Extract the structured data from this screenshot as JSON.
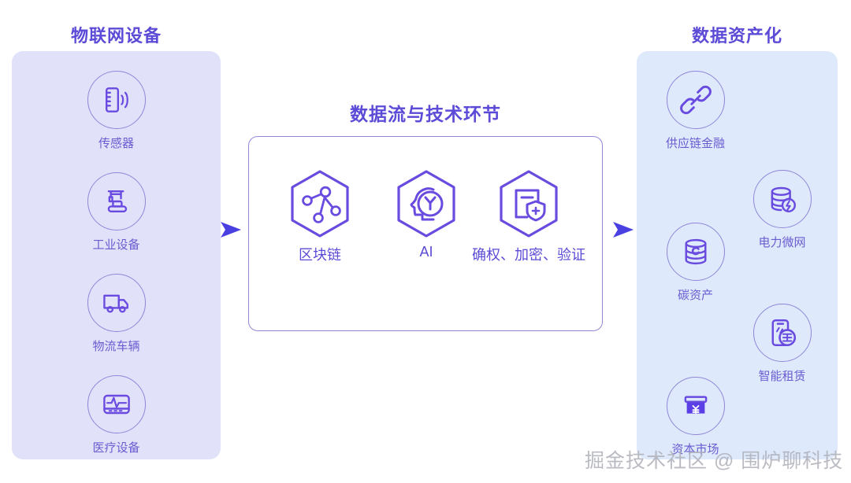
{
  "colors": {
    "accent_purple": "#5B4BD6",
    "icon_purple": "#6A4BE0",
    "label_purple": "#6A5CD0",
    "circle_stroke": "#8F86D8",
    "left_panel_bg": "#E2E1FA",
    "right_panel_bg": "#DEEAFC",
    "arrow_fill": "#4A3FE0",
    "box_bg": "#FFFFFF",
    "watermark": "#AEB0B8"
  },
  "left_panel": {
    "title": "物联网设备",
    "items": [
      {
        "label": "传感器",
        "icon": "sensor-icon"
      },
      {
        "label": "工业设备",
        "icon": "industrial-machine-icon"
      },
      {
        "label": "物流车辆",
        "icon": "delivery-truck-icon"
      },
      {
        "label": "医疗设备",
        "icon": "medical-monitor-icon"
      }
    ]
  },
  "center_panel": {
    "title": "数据流与技术环节",
    "items": [
      {
        "label": "区块链",
        "icon": "blockchain-nodes-icon"
      },
      {
        "label": "AI",
        "icon": "ai-brain-head-icon"
      },
      {
        "label": "确权、加密、验证",
        "icon": "document-shield-icon"
      }
    ]
  },
  "right_panel": {
    "title": "数据资产化",
    "items": [
      {
        "label": "供应链金融",
        "icon": "chain-link-icon"
      },
      {
        "label": "电力微网",
        "icon": "database-power-icon"
      },
      {
        "label": "碳资产",
        "icon": "carbon-coin-icon"
      },
      {
        "label": "智能租赁",
        "icon": "smart-lease-phone-icon"
      },
      {
        "label": "资本市场",
        "icon": "yen-market-icon"
      }
    ]
  },
  "arrows": [
    {
      "name": "arrow-left-to-center",
      "direction": "right"
    },
    {
      "name": "arrow-center-to-right",
      "direction": "right"
    }
  ],
  "watermark": {
    "text": "掘金技术社区 @ 围炉聊科技"
  }
}
